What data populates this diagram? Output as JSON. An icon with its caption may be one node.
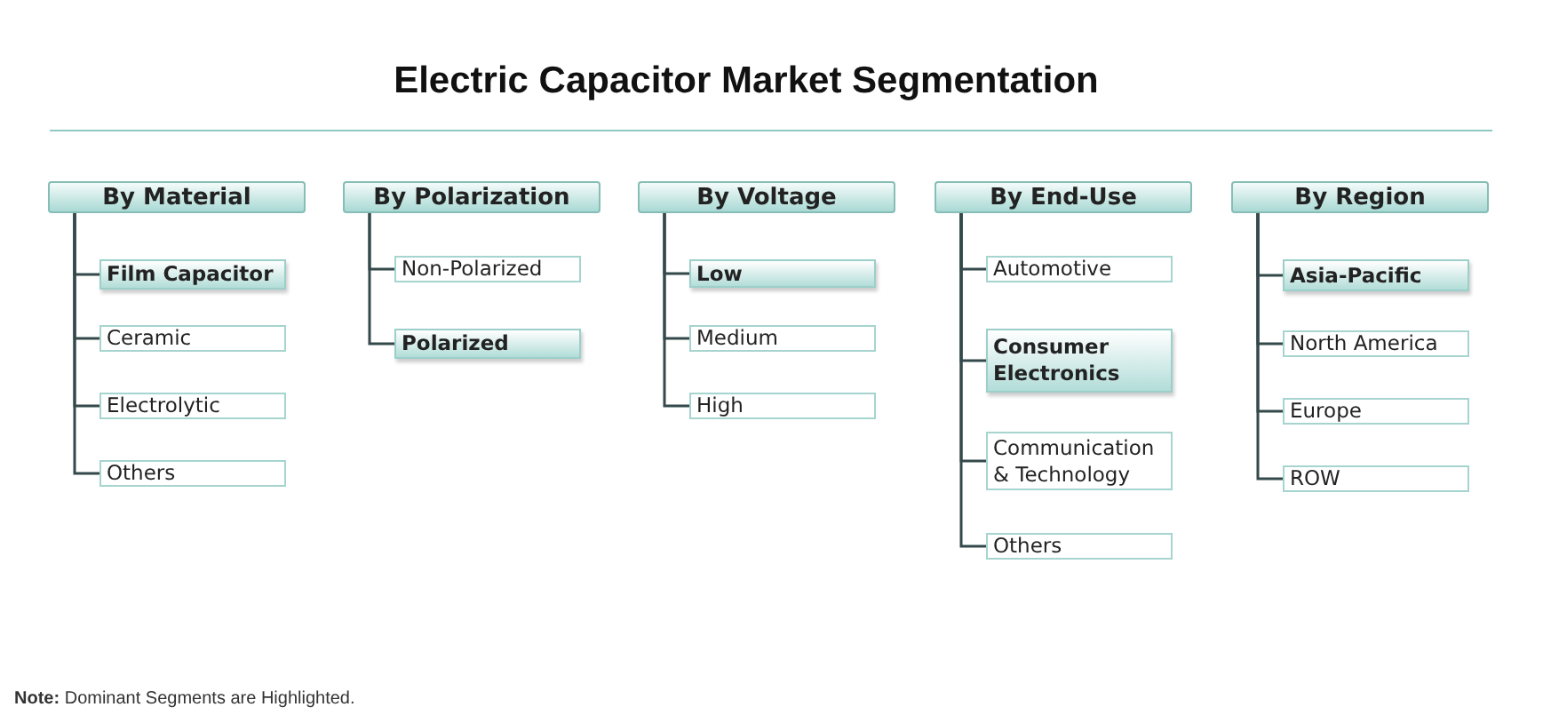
{
  "diagram": {
    "title": "Electric Capacitor Market Segmentation",
    "nodes": [
      {
        "text": [
          "By Material"
        ]
      },
      {
        "text": [
          "Film Capacitor"
        ]
      },
      {
        "text": [
          "Ceramic"
        ]
      },
      {
        "text": [
          "Electrolytic"
        ]
      },
      {
        "text": [
          "Others"
        ]
      },
      {
        "text": [
          "By Polarization"
        ]
      },
      {
        "text": [
          "Non-Polarized"
        ]
      },
      {
        "text": [
          "Polarized"
        ]
      },
      {
        "text": [
          "By Voltage"
        ]
      },
      {
        "text": [
          "Low"
        ]
      },
      {
        "text": [
          "Medium"
        ]
      },
      {
        "text": [
          "High"
        ]
      },
      {
        "text": [
          "By End-Use"
        ]
      },
      {
        "text": [
          "Automotive"
        ]
      },
      {
        "text": [
          "Consumer Electronics"
        ]
      },
      {
        "text": [
          "Communication & Technology"
        ]
      },
      {
        "text": [
          "Others"
        ]
      },
      {
        "text": [
          "By Region"
        ]
      },
      {
        "text": [
          "Asia-Pacific"
        ]
      },
      {
        "text": [
          "North America"
        ]
      },
      {
        "text": [
          "Europe"
        ]
      },
      {
        "text": [
          "ROW"
        ]
      }
    ],
    "edges": [
      {
        "from": 0,
        "to": 1,
        "arrow": "none"
      },
      {
        "from": 0,
        "to": 2,
        "arrow": "none"
      },
      {
        "from": 0,
        "to": 3,
        "arrow": "none"
      },
      {
        "from": 0,
        "to": 4,
        "arrow": "none"
      },
      {
        "from": 5,
        "to": 6,
        "arrow": "none"
      },
      {
        "from": 5,
        "to": 7,
        "arrow": "none"
      },
      {
        "from": 8,
        "to": 9,
        "arrow": "none"
      },
      {
        "from": 8,
        "to": 10,
        "arrow": "none"
      },
      {
        "from": 8,
        "to": 11,
        "arrow": "none"
      },
      {
        "from": 12,
        "to": 13,
        "arrow": "none"
      },
      {
        "from": 12,
        "to": 14,
        "arrow": "none"
      },
      {
        "from": 12,
        "to": 15,
        "arrow": "none"
      },
      {
        "from": 12,
        "to": 16,
        "arrow": "none"
      },
      {
        "from": 17,
        "to": 18,
        "arrow": "none"
      },
      {
        "from": 17,
        "to": 19,
        "arrow": "none"
      },
      {
        "from": 17,
        "to": 20,
        "arrow": "none"
      },
      {
        "from": 17,
        "to": 21,
        "arrow": "none"
      }
    ],
    "labels": [
      "**Note:** Dominant Segments are Highlighted."
    ]
  }
}
